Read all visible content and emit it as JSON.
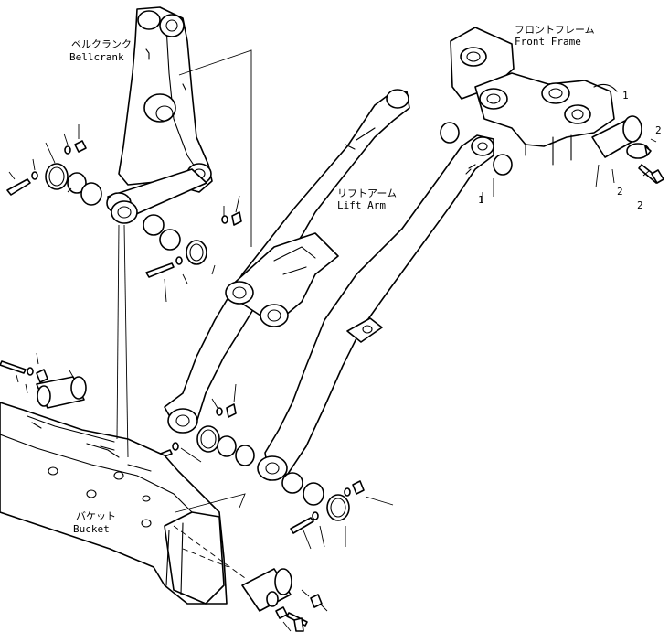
{
  "labels": {
    "bellcrank_jp": "ベルクランク",
    "bellcrank_en": "Bellcrank",
    "front_frame_jp": "フロントフレーム",
    "front_frame_en": "Front Frame",
    "lift_arm_jp": "リフトアーム",
    "lift_arm_en": "Lift Arm",
    "bucket_jp": "バケット",
    "bucket_en": "Bucket"
  },
  "callouts": {
    "c1": "1",
    "c2": "2",
    "c3": "1",
    "c4": "2",
    "c5": "2"
  }
}
